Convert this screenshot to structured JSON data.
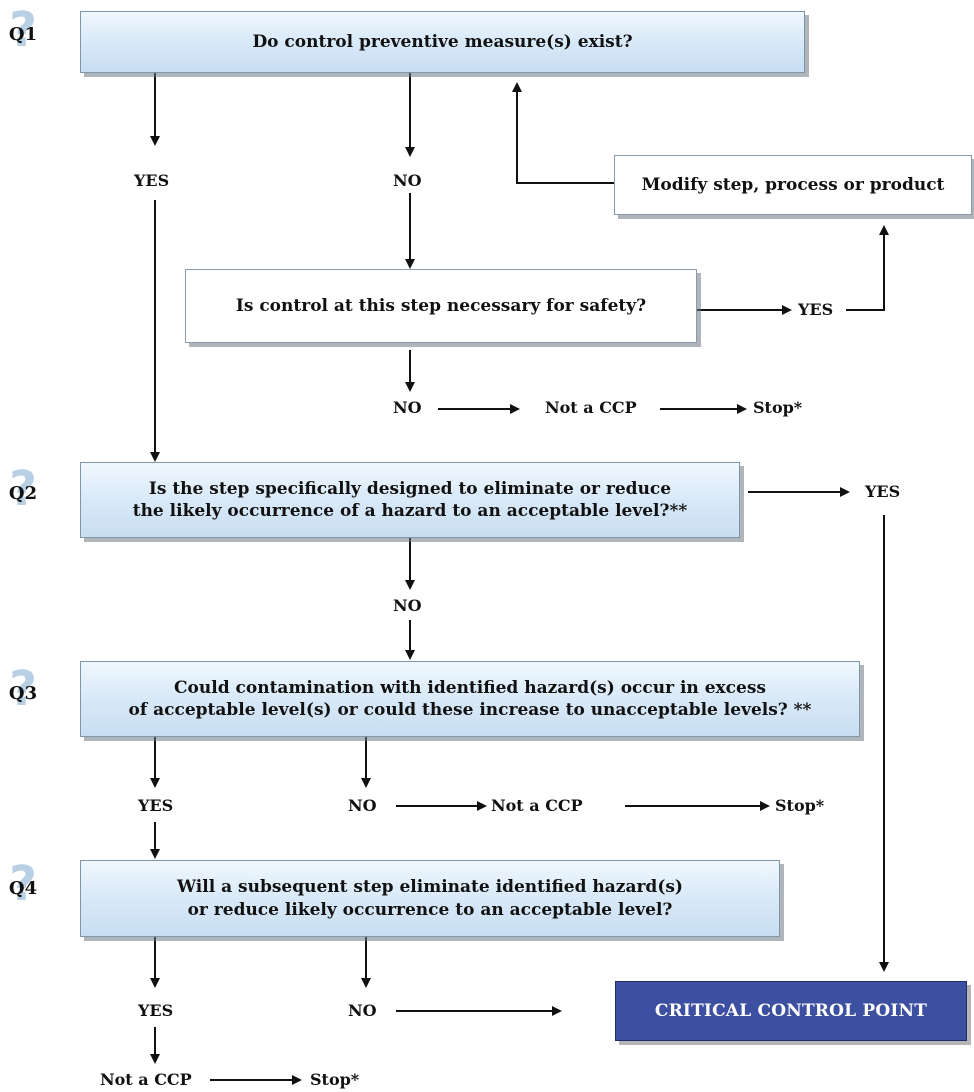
{
  "questions": {
    "q1": {
      "tag": "Q1",
      "text": "Do control preventive measure(s) exist?",
      "yes": "YES",
      "no": "NO"
    },
    "control": {
      "text": "Is control at this step necessary for safety?",
      "yes": "YES",
      "no": "NO",
      "result": "Not a CCP",
      "stop": "Stop*"
    },
    "modify": {
      "text": "Modify step, process or product"
    },
    "q2": {
      "tag": "Q2",
      "line1": "Is the step specifically designed to eliminate or reduce",
      "line2": "the likely occurrence of a hazard to an acceptable level?**",
      "yes": "YES",
      "no": "NO"
    },
    "q3": {
      "tag": "Q3",
      "line1": "Could contamination with identified hazard(s) occur in excess",
      "line2": "of acceptable level(s) or could these increase to unacceptable levels? **",
      "yes": "YES",
      "no": "NO",
      "result": "Not a CCP",
      "stop": "Stop*"
    },
    "q4": {
      "tag": "Q4",
      "line1": "Will a subsequent step eliminate identified hazard(s)",
      "line2": "or reduce likely occurrence to an acceptable level?",
      "yes": "YES",
      "no": "NO",
      "result": "Not a CCP",
      "stop": "Stop*"
    },
    "critical": {
      "text": "CRITICAL CONTROL POINT"
    }
  },
  "colors": {
    "question_fill": "#d8e9f8",
    "critical_fill": "#3d4fa1",
    "badge_mark": "#b8cfe4",
    "line": "#111111"
  },
  "icons": {
    "question_badge": "question-mark-icon"
  }
}
